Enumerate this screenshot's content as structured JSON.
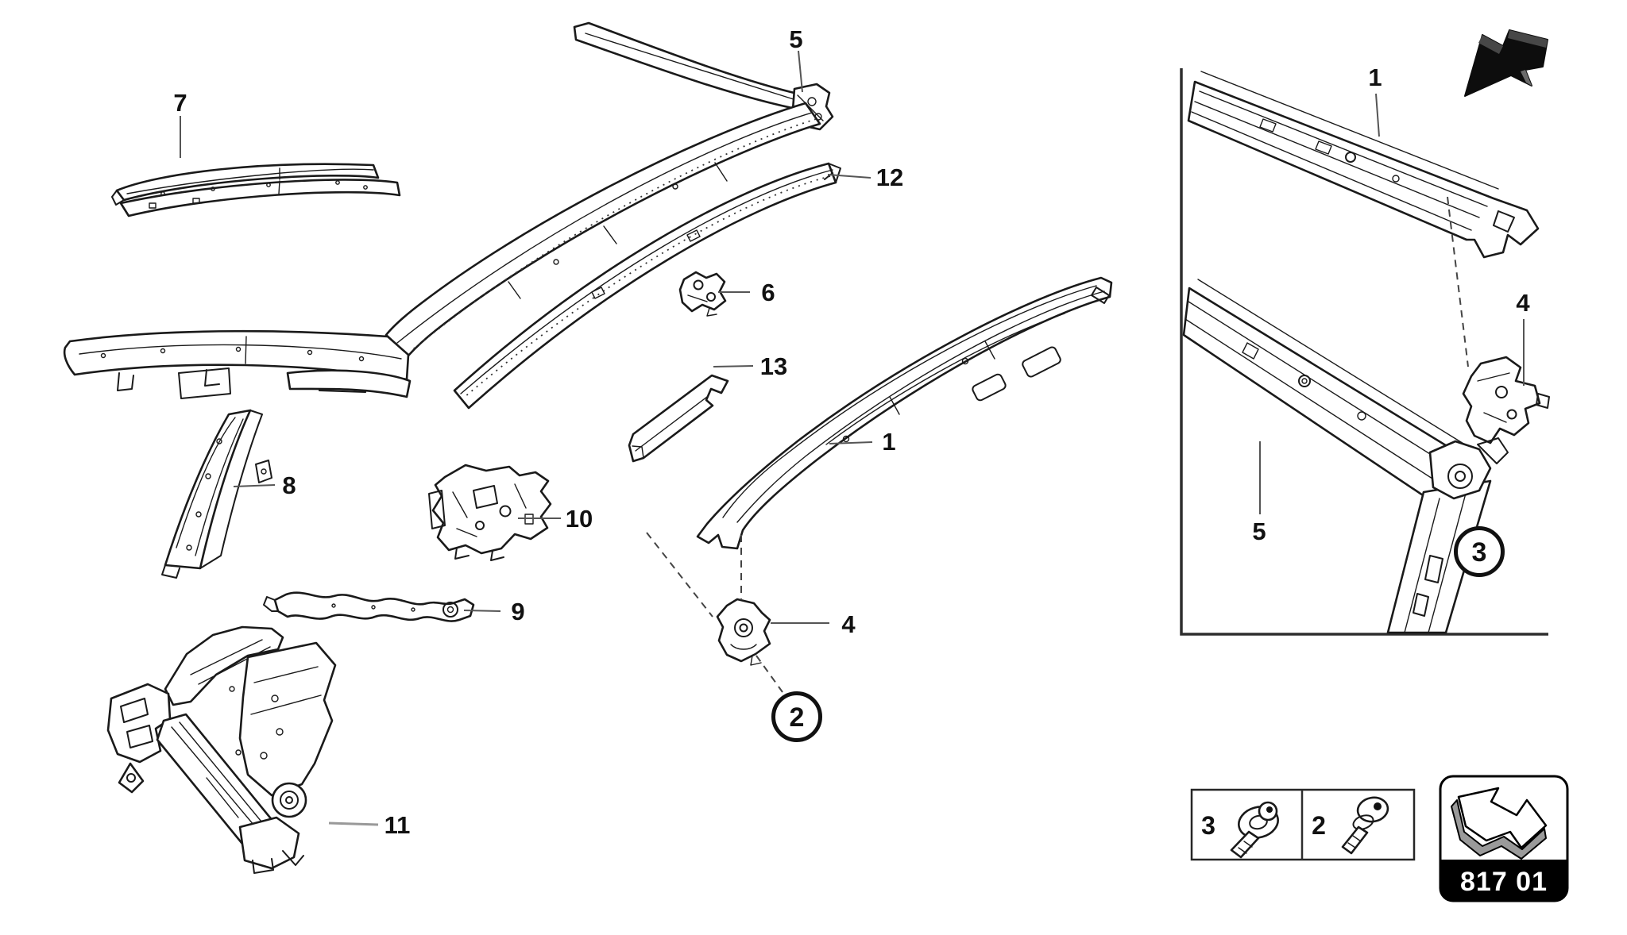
{
  "page_code": "817 01",
  "colors": {
    "paper": "#ffffff",
    "line_art": "#1a1a1a",
    "leader": "#555555",
    "leader_light": "#999999",
    "badge_bg": "#000000",
    "badge_text": "#ffffff",
    "arrow_shade": "#9a9a9a"
  },
  "main_view": {
    "callouts": {
      "n7": "7",
      "n5": "5",
      "n12": "12",
      "n6": "6",
      "n13": "13",
      "n1": "1",
      "n8": "8",
      "n10": "10",
      "n9": "9",
      "n4": "4",
      "n11": "11"
    },
    "bubble": "2"
  },
  "inset_view": {
    "callouts": {
      "n1": "1",
      "n4": "4",
      "n5": "5"
    },
    "bubble": "3"
  },
  "legend": {
    "items": [
      {
        "number": "3",
        "icon": "flanged-screw-icon"
      },
      {
        "number": "2",
        "icon": "screw-icon"
      }
    ]
  },
  "badge": {
    "code": "817 01",
    "icon": "arrow-up-left-3d-icon"
  },
  "corner_icon": "arrow-down-left-3d-icon"
}
